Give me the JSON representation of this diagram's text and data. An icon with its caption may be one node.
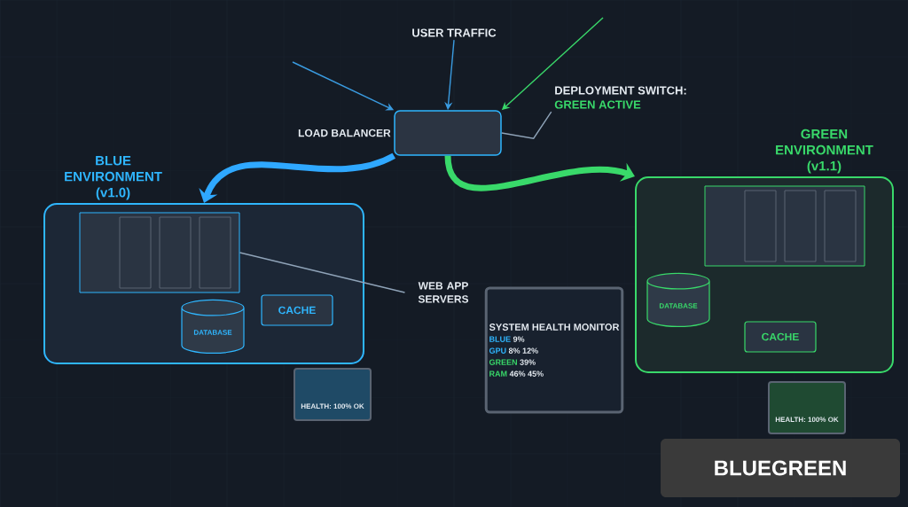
{
  "diagram": {
    "nodes": [
      {
        "text": [
          "LOAD BALANCER"
        ]
      },
      {
        "text": [
          "USER TRAFFIC"
        ]
      },
      {
        "text": [
          "DEPLOYMENT SWITCH:",
          "GREEN ACTIVE"
        ]
      },
      {
        "text": [
          "BLUE ENVIRONMENT (v1.0)"
        ]
      },
      {
        "text": [
          "GREEN ENVIRONMENT (v1.1)"
        ]
      },
      {
        "text": [
          "WEB APP SERVERS"
        ]
      },
      {
        "text": [],
        "shape": "box",
        "in": 3
      },
      {
        "text": [
          "DATABASE"
        ],
        "in": 3
      },
      {
        "text": [
          "CACHE"
        ],
        "in": 3
      },
      {
        "text": [
          "HEALTH: 100% OK"
        ]
      },
      {
        "text": [],
        "shape": "box",
        "in": 4
      },
      {
        "text": [
          "DATABASE"
        ],
        "in": 4
      },
      {
        "text": [
          "CACHE"
        ],
        "in": 4
      },
      {
        "text": [
          "HEALTH: 100% OK"
        ]
      },
      {
        "text": [
          "SYSTEM HEALTH MONITOR",
          "BLUE",
          "9%",
          "GPU",
          "8%",
          "12%",
          "GREEN",
          "39%",
          "RAM",
          "46%",
          "45%"
        ]
      }
    ],
    "edges": [
      {
        "from": 1,
        "to": 0,
        "arrow": "to",
        "color": "#3a9be0"
      },
      {
        "from": null,
        "to": 0,
        "arrow": "to",
        "color": "#3a9be0"
      },
      {
        "from": null,
        "to": 0,
        "arrow": "to",
        "color": "#39d96a"
      },
      {
        "from": 0,
        "to": 3,
        "arrow": "to",
        "style": "thick",
        "color": "#2fa8ff"
      },
      {
        "from": 0,
        "to": 4,
        "arrow": "to",
        "style": "thick",
        "color": "#39d96a"
      },
      {
        "from": 2,
        "to": 0,
        "arrow": "none"
      },
      {
        "from": 5,
        "to": 6,
        "arrow": "none"
      }
    ],
    "labels": [
      "BLUEGREEN"
    ]
  }
}
